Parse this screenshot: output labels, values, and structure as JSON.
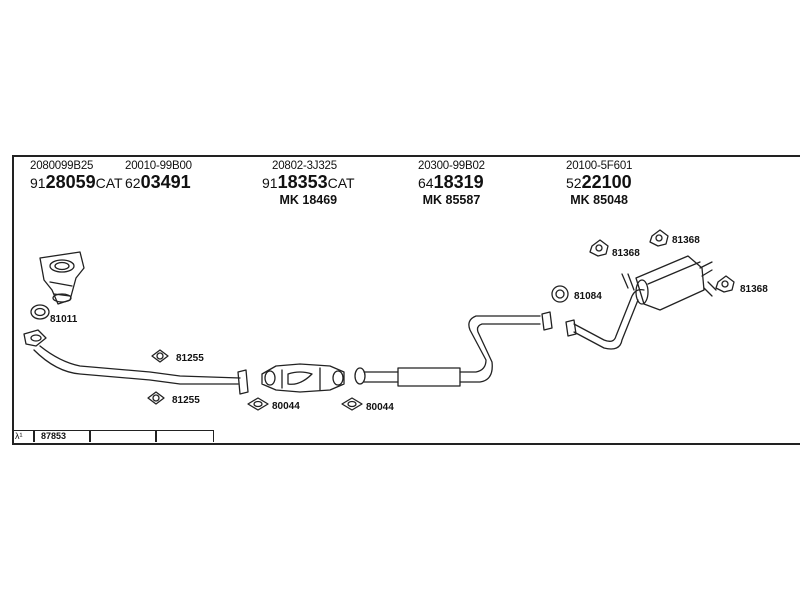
{
  "parts": [
    {
      "code": "2080099B25",
      "prefix": "91",
      "number": "28059",
      "suffix": "CAT",
      "mk": ""
    },
    {
      "code": "20010-99B00",
      "prefix": "62",
      "number": "03491",
      "suffix": "",
      "mk": ""
    },
    {
      "code": "20802-3J325",
      "prefix": "91",
      "number": "18353",
      "suffix": "CAT",
      "mk": "MK 18469"
    },
    {
      "code": "20300-99B02",
      "prefix": "64",
      "number": "18319",
      "suffix": "",
      "mk": "MK 85587"
    },
    {
      "code": "20100-5F601",
      "prefix": "52",
      "number": "22100",
      "suffix": "",
      "mk": "MK 85048"
    }
  ],
  "labels": {
    "gasket_81011": "81011",
    "clamp_81255_a": "81255",
    "clamp_81255_b": "81255",
    "gasket_80044_a": "80044",
    "gasket_80044_b": "80044",
    "hanger_81368_a": "81368",
    "hanger_81368_b": "81368",
    "hanger_81368_c": "81368",
    "gasket_81084": "81084"
  },
  "lambda": {
    "symbol": "λ¹",
    "number": "87853"
  }
}
